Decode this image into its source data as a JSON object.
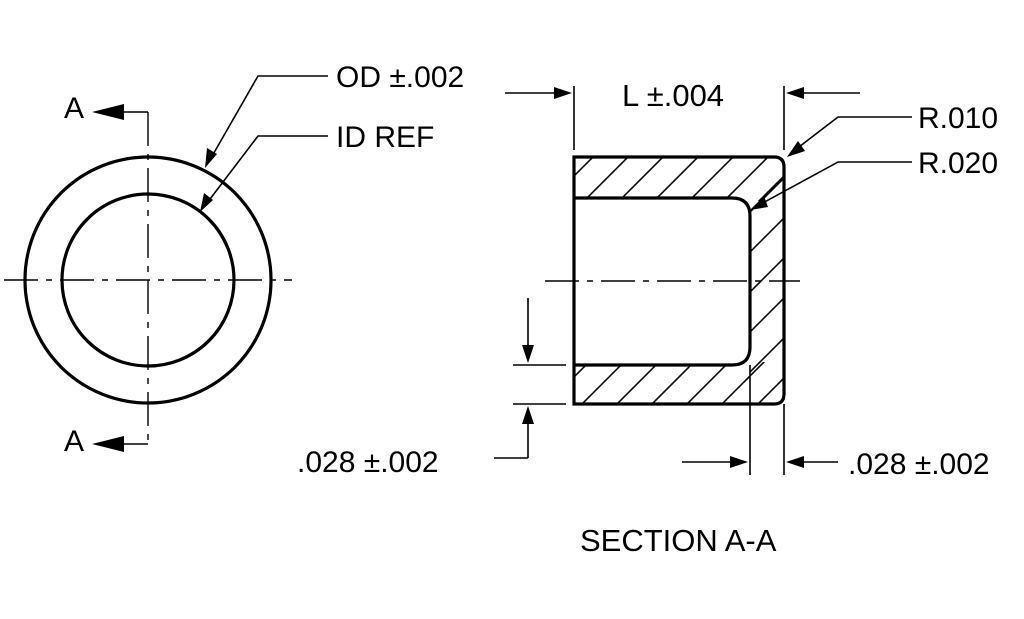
{
  "end_view": {
    "section_marker_top": "A",
    "section_marker_bottom": "A"
  },
  "callouts": {
    "od": "OD ±.002",
    "id": "ID REF",
    "length": "L ±.004",
    "outer_radius": "R.010",
    "inner_radius": "R.020",
    "wall_thickness": ".028 ±.002",
    "end_thickness": ".028 ±.002"
  },
  "section_title": "SECTION A-A"
}
